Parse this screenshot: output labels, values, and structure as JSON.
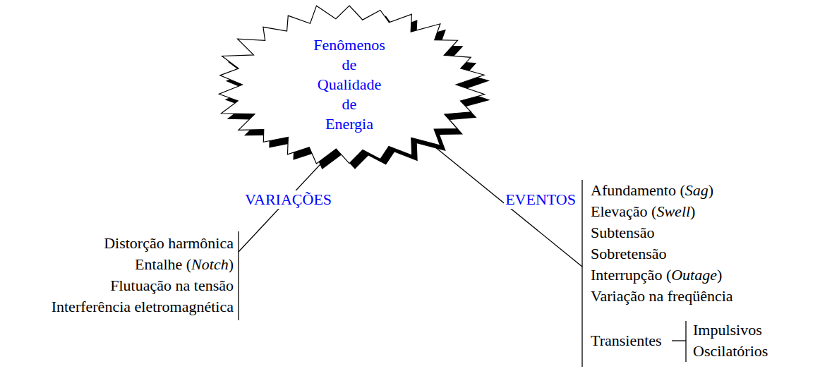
{
  "diagram": {
    "nodes": [
      {
        "text": [
          "Fenômenos de Qualidade de Energia"
        ]
      }
    ],
    "labels": [
      "VARIAÇÕES",
      "Distorção harmônica",
      "Entalhe (Notch)",
      "Flutuação na tensão",
      "Interferência eletromagnética",
      "EVENTOS",
      "Afundamento (Sag)",
      "Elevação (Swell)",
      "Subtensão",
      "Sobretensão",
      "Interrupção (Outage)",
      "Variação na freqüência",
      "Transientes",
      "Impulsivos",
      "Oscilatórios"
    ]
  }
}
